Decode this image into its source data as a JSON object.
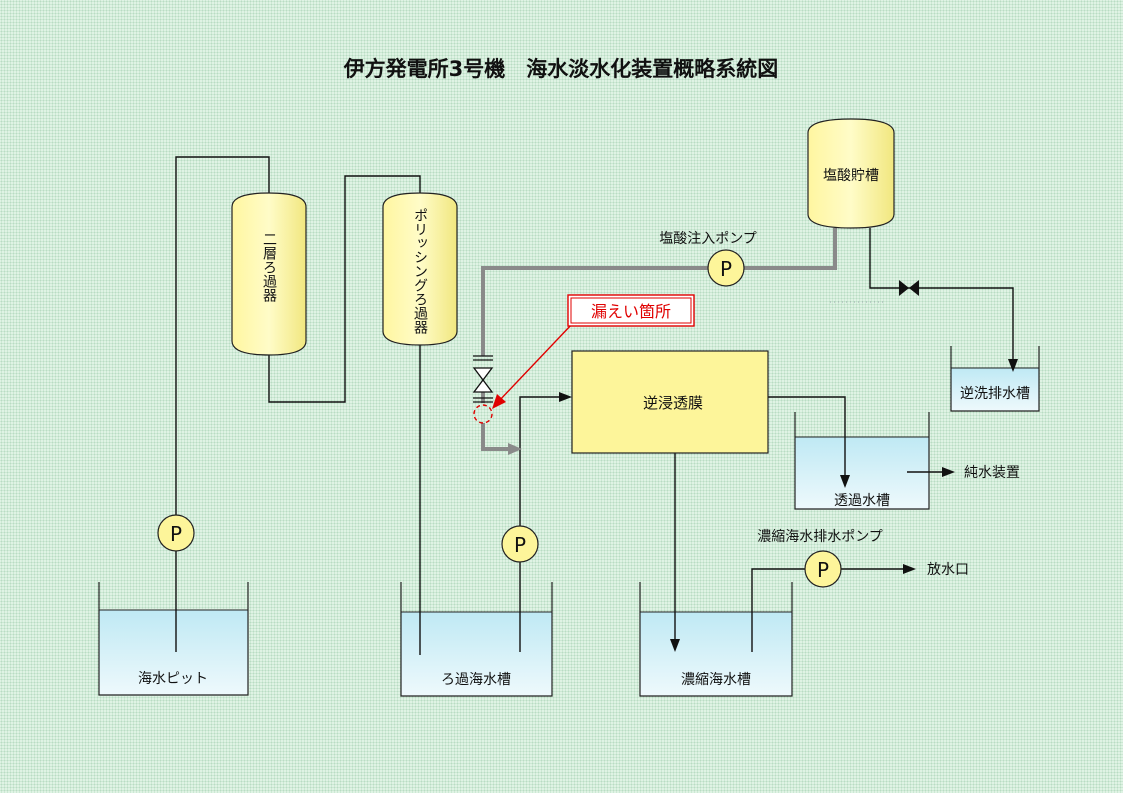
{
  "title": "伊方発電所3号機　海水淡水化装置概略系統図",
  "filters": {
    "dual_media": "二層ろ過器",
    "polishing": "ポリッシングろ過器"
  },
  "tanks": {
    "hcl_storage": "塩酸貯槽",
    "backwash_drain": "逆洗排水槽",
    "permeate": "透過水槽",
    "seawater_pit": "海水ピット",
    "filtered_seawater": "ろ過海水槽",
    "concentrate": "濃縮海水槽"
  },
  "equipment": {
    "ro_membrane": "逆浸透膜",
    "hcl_pump_label": "塩酸注入ポンプ",
    "concentrate_pump_label": "濃縮海水排水ポンプ",
    "pump_symbol": "P"
  },
  "destinations": {
    "pure_water": "純水装置",
    "outfall": "放水口"
  },
  "leak": {
    "label": "漏えい箇所",
    "color": "#e00000"
  },
  "colors": {
    "vessel_fill": "#fdf59a",
    "water_fill": "#d4f0f7",
    "hcl_line": "#808080"
  }
}
